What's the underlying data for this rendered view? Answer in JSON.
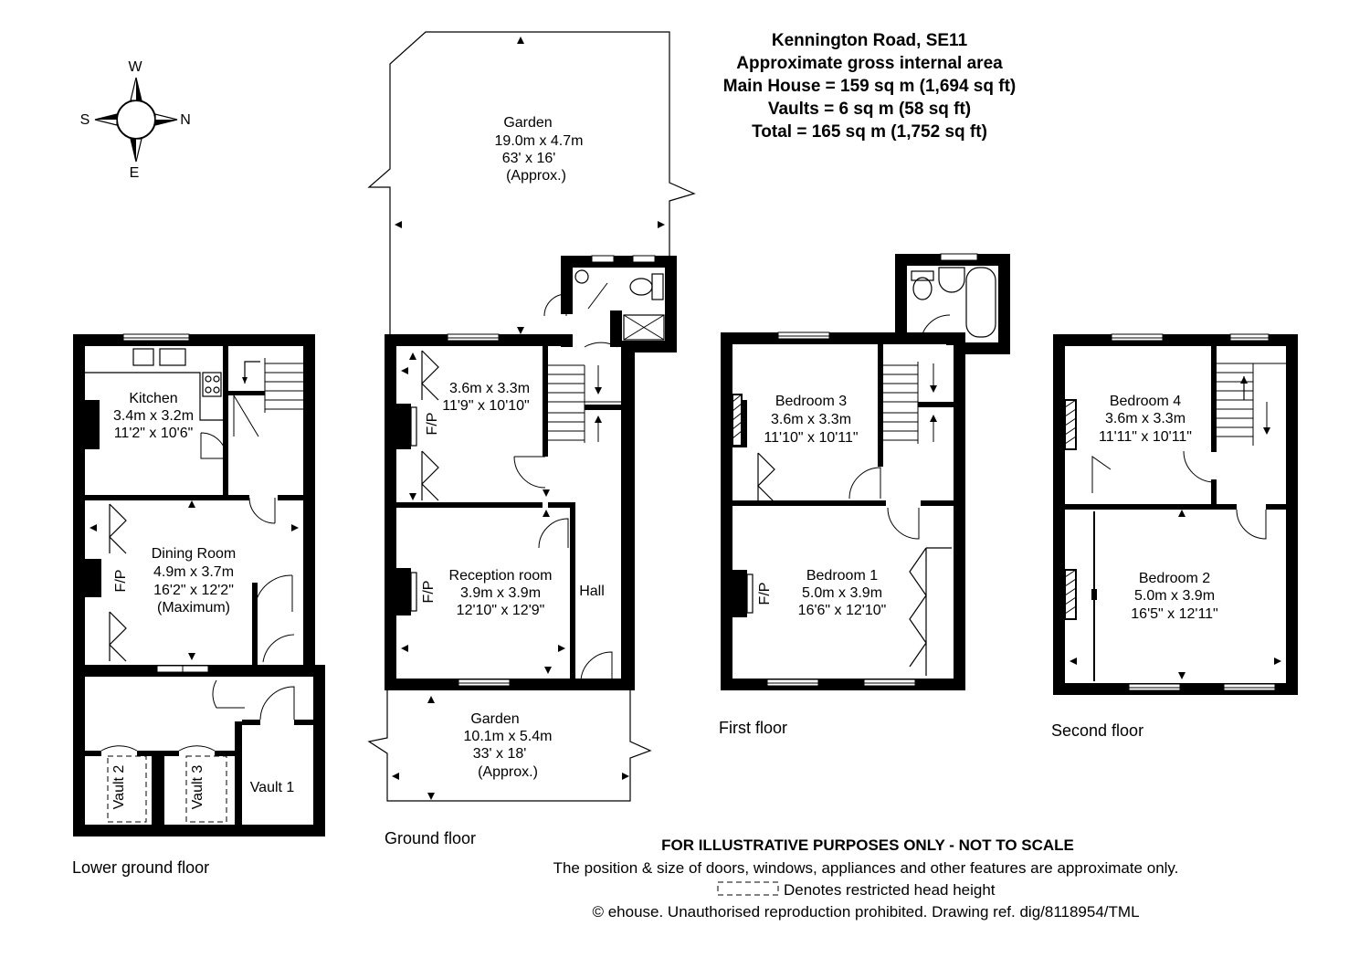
{
  "header": {
    "address": "Kennington Road, SE11",
    "area_title": "Approximate gross internal area",
    "main_house": "Main House = 159 sq m (1,694 sq ft)",
    "vaults": "Vaults = 6 sq m (58 sq ft)",
    "total": "Total = 165 sq m (1,752 sq ft)"
  },
  "compass": {
    "w": "W",
    "s": "S",
    "n": "N",
    "e": "E"
  },
  "floors": {
    "lower_ground": "Lower ground floor",
    "ground": "Ground floor",
    "first": "First floor",
    "second": "Second floor"
  },
  "rooms": {
    "kitchen": {
      "name": "Kitchen",
      "metric": "3.4m x 3.2m",
      "imperial": "11'2\" x 10'6\""
    },
    "dining": {
      "name": "Dining Room",
      "metric": "4.9m x 3.7m",
      "imperial": "16'2\" x 12'2\"",
      "note": "(Maximum)"
    },
    "vault1": "Vault 1",
    "vault2": "Vault 2",
    "vault3": "Vault 3",
    "garden_top": {
      "name": "Garden",
      "metric": "19.0m x 4.7m",
      "imperial": "63' x 16'",
      "note": "(Approx.)"
    },
    "ground_back": {
      "metric": "3.6m x 3.3m",
      "imperial": "11'9\" x 10'10\""
    },
    "reception": {
      "name": "Reception room",
      "metric": "3.9m x 3.9m",
      "imperial": "12'10\" x 12'9\""
    },
    "hall": "Hall",
    "garden_front": {
      "name": "Garden",
      "metric": "10.1m x 5.4m",
      "imperial": "33' x 18'",
      "note": "(Approx.)"
    },
    "bed3": {
      "name": "Bedroom 3",
      "metric": "3.6m x 3.3m",
      "imperial": "11'10\" x 10'11\""
    },
    "bed1": {
      "name": "Bedroom 1",
      "metric": "5.0m x 3.9m",
      "imperial": "16'6\" x 12'10\""
    },
    "bed4": {
      "name": "Bedroom 4",
      "metric": "3.6m x 3.3m",
      "imperial": "11'11\" x 10'11\""
    },
    "bed2": {
      "name": "Bedroom 2",
      "metric": "5.0m x 3.9m",
      "imperial": "16'5\" x 12'11\""
    },
    "fp": "F/P"
  },
  "footer": {
    "disclaimer": "FOR ILLUSTRATIVE PURPOSES ONLY - NOT TO SCALE",
    "position": "The position & size of doors, windows, appliances and other features are approximate only.",
    "restricted": "Denotes restricted head height",
    "copyright": "© ehouse. Unauthorised reproduction prohibited. Drawing ref. dig/8118954/TML"
  }
}
